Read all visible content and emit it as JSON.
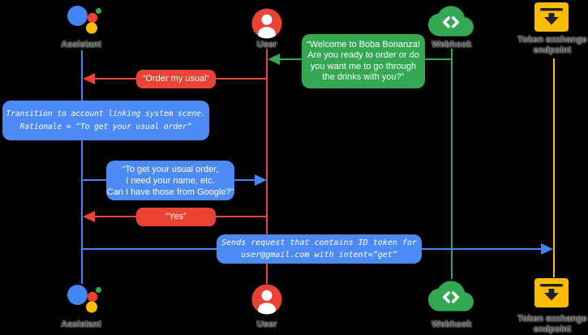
{
  "diagram_type": "sequence-diagram",
  "colors": {
    "background": "#000000",
    "blue": "#4285F4",
    "red": "#EA4335",
    "green": "#34A853",
    "yellow": "#FBBC04",
    "bubble_blue": "#4C8BF5",
    "label_text": "#3C4043",
    "bubble_text": "#FFFFFF"
  },
  "actors": {
    "assistant": {
      "label": "Assistant",
      "icon": "google-assistant-logo",
      "lifeline_color": "#4285F4"
    },
    "user": {
      "label": "User",
      "icon": "person-circle",
      "lifeline_color": "#EA4335"
    },
    "webhook": {
      "label": "Webhook",
      "icon": "cloud-code",
      "lifeline_color": "#34A853"
    },
    "token": {
      "label": "Token exchange\nendpoint",
      "icon": "download-box",
      "lifeline_color": "#FBBC04"
    }
  },
  "messages": {
    "welcome": {
      "from": "webhook",
      "to": "user",
      "color": "green",
      "text": "“Welcome to Boba Bonanza!\nAre you ready to order or do\nyou want me to go through\nthe drinks with you?”"
    },
    "order_usual": {
      "from": "user",
      "to": "assistant",
      "color": "red",
      "text": "“Order my usual”"
    },
    "transition_note": {
      "attached_to": "assistant",
      "color": "blue",
      "style": "system-note",
      "text": "Transition to account linking system scene.\nRationale = “To get your usual order”"
    },
    "ask_google": {
      "from": "assistant",
      "to": "user",
      "color": "blue",
      "text": "“To get your usual order,\nI need your name, etc.\nCan I have those from Google?”"
    },
    "yes": {
      "from": "user",
      "to": "assistant",
      "color": "red",
      "text": "“Yes”"
    },
    "send_token": {
      "from": "assistant",
      "to": "token",
      "color": "blue",
      "style": "system-note",
      "text": "Sends request that contains ID token for\nuser@gmail.com with intent=“get”"
    }
  }
}
